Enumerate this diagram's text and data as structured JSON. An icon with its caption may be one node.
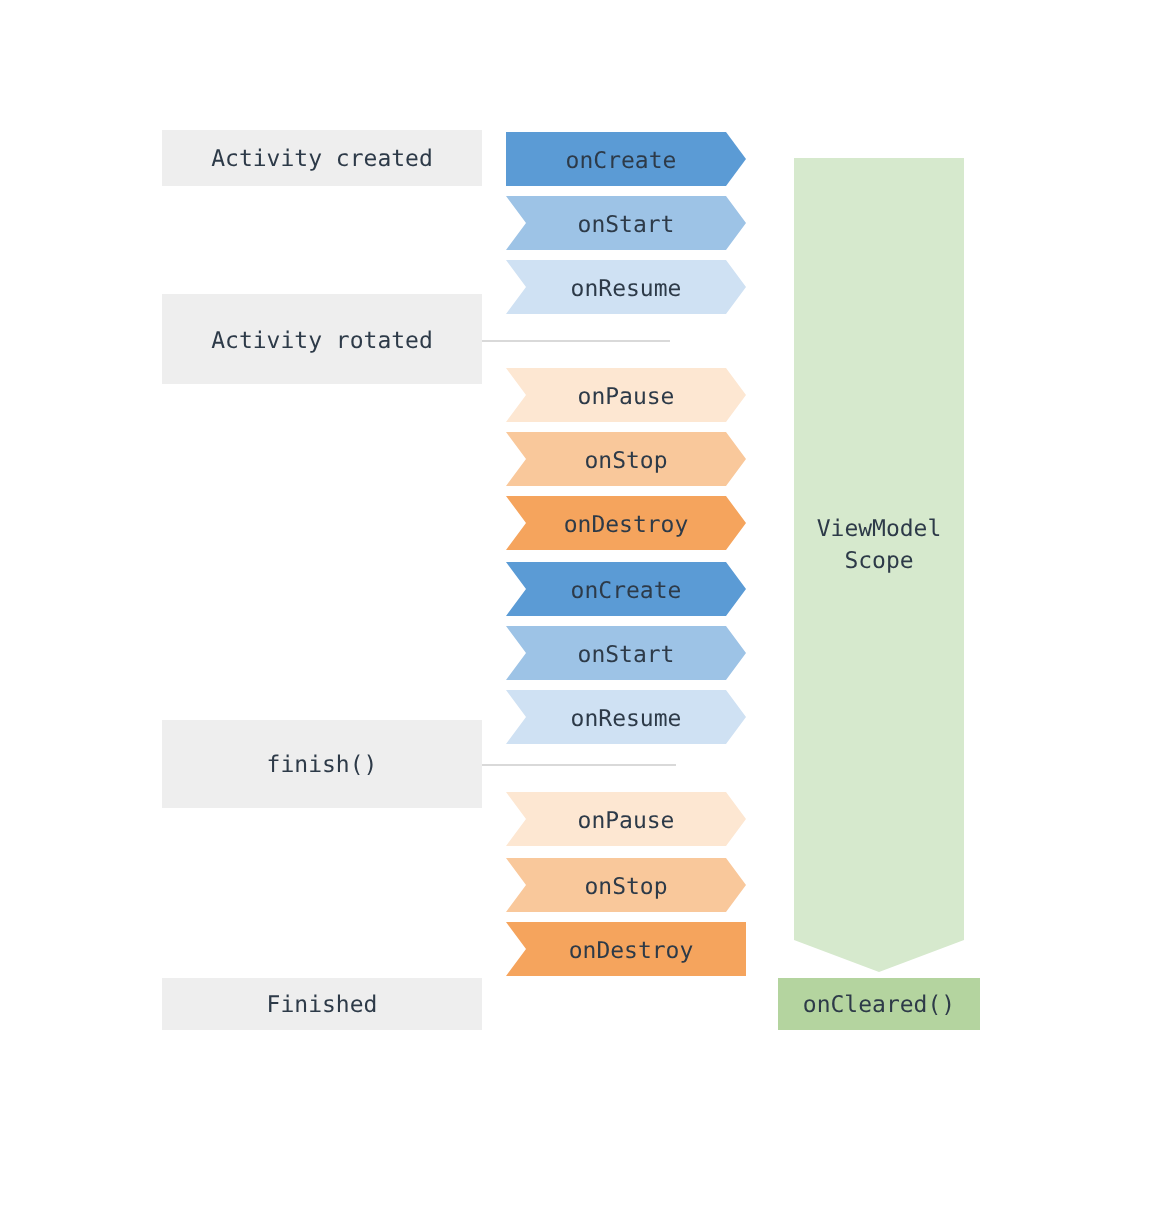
{
  "diagram": {
    "nodes": [
      {
        "text": [
          "Activity created"
        ]
      },
      {
        "text": [
          "onCreate"
        ]
      },
      {
        "text": [
          "onStart"
        ]
      },
      {
        "text": [
          "onResume"
        ]
      },
      {
        "text": [
          "Activity rotated"
        ]
      },
      {
        "text": [
          "onPause"
        ]
      },
      {
        "text": [
          "onStop"
        ]
      },
      {
        "text": [
          "onDestroy"
        ]
      },
      {
        "text": [
          "onCreate"
        ]
      },
      {
        "text": [
          "onStart"
        ]
      },
      {
        "text": [
          "onResume"
        ]
      },
      {
        "text": [
          "finish()"
        ]
      },
      {
        "text": [
          "onPause"
        ]
      },
      {
        "text": [
          "onStop"
        ]
      },
      {
        "text": [
          "onDestroy"
        ]
      },
      {
        "text": [
          "Finished"
        ]
      },
      {
        "text": [
          "ViewModel Scope"
        ]
      },
      {
        "text": [
          "onCleared()"
        ]
      }
    ]
  }
}
